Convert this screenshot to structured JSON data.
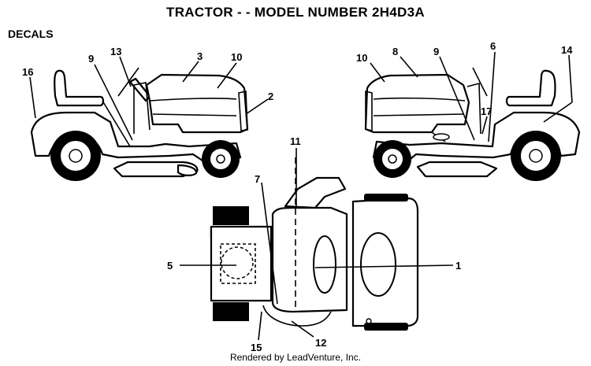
{
  "header": {
    "title": "TRACTOR - - MODEL NUMBER 2H4D3A",
    "section": "DECALS"
  },
  "watermark": "LEADVENTURE",
  "footer": "Rendered by LeadVenture, Inc.",
  "callouts": {
    "left_view": [
      "16",
      "9",
      "13",
      "3",
      "10",
      "2"
    ],
    "right_view": [
      "10",
      "8",
      "9",
      "6",
      "14",
      "17"
    ],
    "top_view": [
      "11",
      "7",
      "5",
      "1",
      "15",
      "12"
    ]
  }
}
